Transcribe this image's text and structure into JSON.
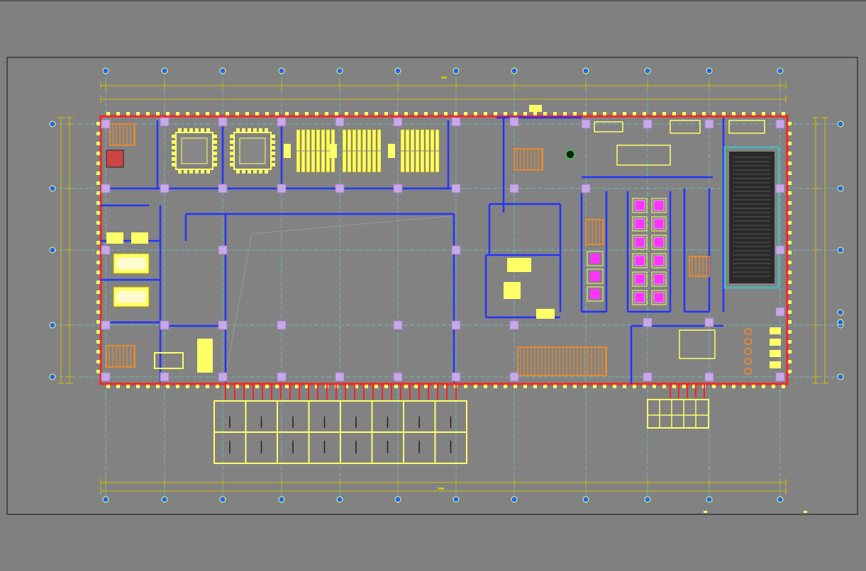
{
  "app": {
    "title": ""
  },
  "drawing": {
    "background_color": "#808080",
    "colors": {
      "exterior_wall": "#ff2020",
      "partition": "#2233ff",
      "furniture": "#ffff66",
      "grid_line": "#66cccc",
      "dimension": "#d0c000",
      "hatch": "#ff8c1a",
      "column": "#c8a8e8",
      "elevator_box": "#ff33ff",
      "tank": "#2a2a2a"
    },
    "grid_column_count": 12,
    "grid_row_count": 5,
    "meeting_room_count": 4,
    "training_room_count": 3,
    "elevator_cell_count": 16,
    "parking_bay_count": 16,
    "bike_bay_count": 8
  }
}
